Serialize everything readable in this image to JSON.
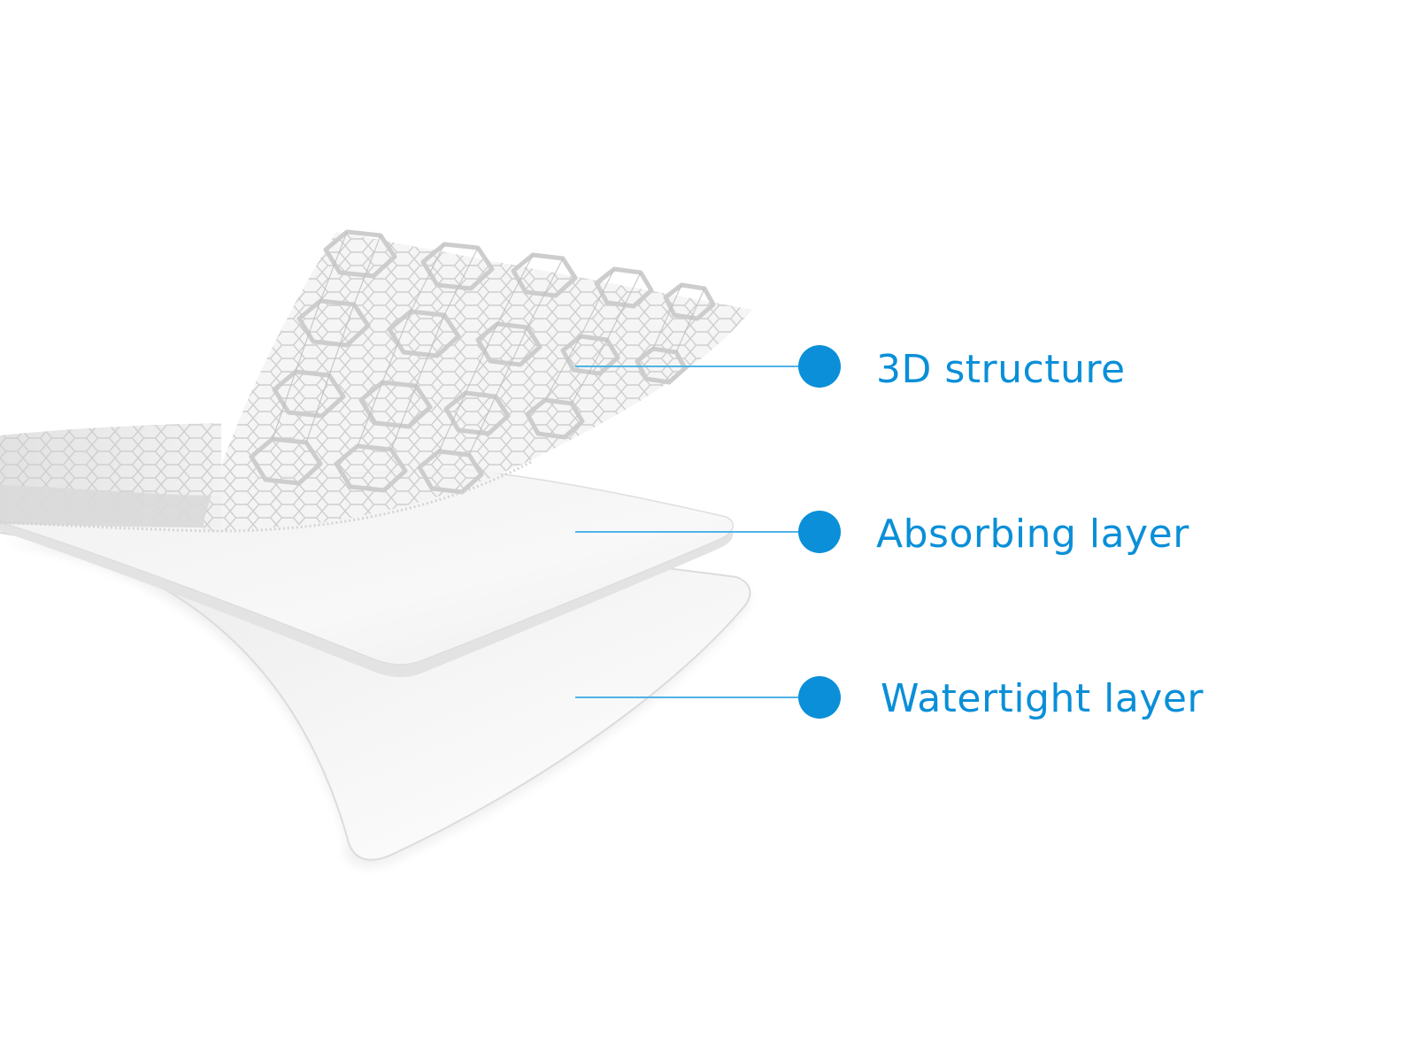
{
  "colors": {
    "accent": "#0a8fd8",
    "label": "#0a8fd8",
    "leader": "#4fb3e6",
    "layer_face": "#f4f4f4",
    "layer_shadow": "#d6d6d6",
    "mesh": "#c9c9c9"
  },
  "callouts": [
    {
      "label": "3D structure"
    },
    {
      "label": "Absorbing layer"
    },
    {
      "label": "Watertight layer"
    }
  ]
}
